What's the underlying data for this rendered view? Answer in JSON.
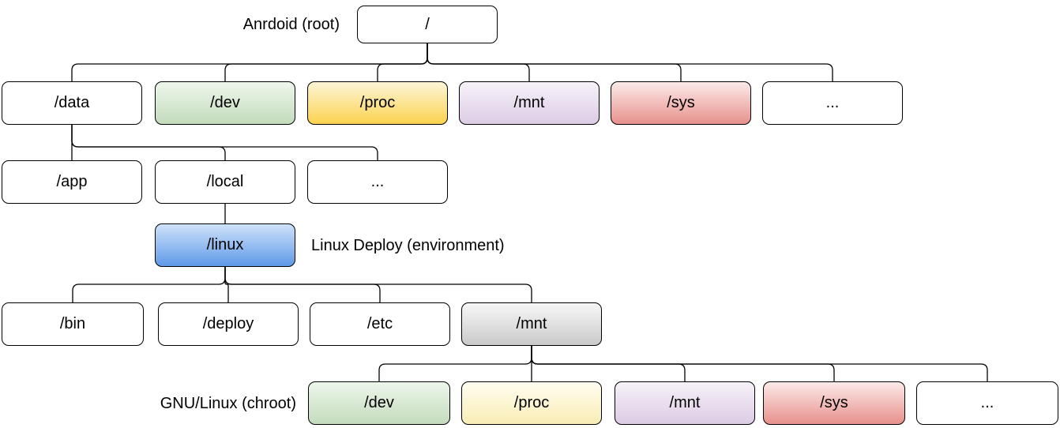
{
  "diagram": {
    "title": "Android / Linux Deploy filesystem tree",
    "annotations": [
      {
        "id": "android-root-label",
        "text": "Anrdoid (root)"
      },
      {
        "id": "linux-deploy-label",
        "text": "Linux Deploy (environment)"
      },
      {
        "id": "gnu-linux-label",
        "text": "GNU/Linux (chroot)"
      }
    ],
    "palette": {
      "border": "#000000",
      "white": {
        "top": "#ffffff",
        "bottom": "#ffffff"
      },
      "green": {
        "top": "#eef6ec",
        "bottom": "#c3dcbb"
      },
      "yellow": {
        "top": "#fdf5d7",
        "bottom": "#fbd34f"
      },
      "yellowLight": {
        "top": "#fffdf0",
        "bottom": "#f9edb5"
      },
      "purple": {
        "top": "#f7f2f9",
        "bottom": "#dccbe5"
      },
      "red": {
        "top": "#fbeae9",
        "bottom": "#e8918c"
      },
      "blue": {
        "top": "#cfe2fa",
        "bottom": "#5f9ae8"
      },
      "gray": {
        "top": "#f7f7f7",
        "bottom": "#c9c9c9"
      }
    },
    "nodes": [
      {
        "id": "root",
        "label": "/",
        "color": "white"
      },
      {
        "id": "data",
        "label": "/data",
        "color": "white"
      },
      {
        "id": "dev1",
        "label": "/dev",
        "color": "green"
      },
      {
        "id": "proc1",
        "label": "/proc",
        "color": "yellow"
      },
      {
        "id": "mnt1",
        "label": "/mnt",
        "color": "purple"
      },
      {
        "id": "sys1",
        "label": "/sys",
        "color": "red"
      },
      {
        "id": "dots1",
        "label": "...",
        "color": "white"
      },
      {
        "id": "app",
        "label": "/app",
        "color": "white"
      },
      {
        "id": "local",
        "label": "/local",
        "color": "white"
      },
      {
        "id": "dots2",
        "label": "...",
        "color": "white"
      },
      {
        "id": "linux",
        "label": "/linux",
        "color": "blue"
      },
      {
        "id": "bin",
        "label": "/bin",
        "color": "white"
      },
      {
        "id": "deploy",
        "label": "/deploy",
        "color": "white"
      },
      {
        "id": "etc",
        "label": "/etc",
        "color": "white"
      },
      {
        "id": "mnt2",
        "label": "/mnt",
        "color": "gray"
      },
      {
        "id": "dev2",
        "label": "/dev",
        "color": "green"
      },
      {
        "id": "proc2",
        "label": "/proc",
        "color": "yellowLight"
      },
      {
        "id": "mnt3",
        "label": "/mnt",
        "color": "purple"
      },
      {
        "id": "sys2",
        "label": "/sys",
        "color": "red"
      },
      {
        "id": "dots3",
        "label": "...",
        "color": "white"
      }
    ],
    "edges": [
      [
        "root",
        "data"
      ],
      [
        "root",
        "dev1"
      ],
      [
        "root",
        "proc1"
      ],
      [
        "root",
        "mnt1"
      ],
      [
        "root",
        "sys1"
      ],
      [
        "root",
        "dots1"
      ],
      [
        "data",
        "app"
      ],
      [
        "data",
        "local"
      ],
      [
        "data",
        "dots2"
      ],
      [
        "local",
        "linux"
      ],
      [
        "linux",
        "bin"
      ],
      [
        "linux",
        "deploy"
      ],
      [
        "linux",
        "etc"
      ],
      [
        "linux",
        "mnt2"
      ],
      [
        "mnt2",
        "dev2"
      ],
      [
        "mnt2",
        "proc2"
      ],
      [
        "mnt2",
        "mnt3"
      ],
      [
        "mnt2",
        "sys2"
      ],
      [
        "mnt2",
        "dots3"
      ]
    ]
  }
}
